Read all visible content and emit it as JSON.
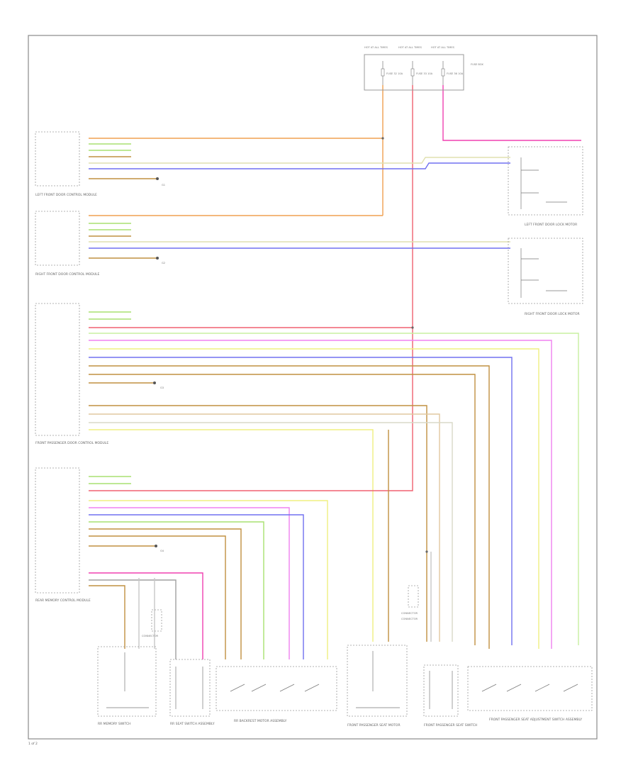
{
  "diagram": {
    "page_number": "1 of 2",
    "colors": {
      "orange": "#f0a050",
      "red": "#f06070",
      "pink": "#f040b0",
      "green": "#a8e070",
      "lightgreen": "#c8f0a0",
      "yellow": "#f0f080",
      "violet": "#f080f0",
      "blue": "#7070f0",
      "brown": "#c09040",
      "tan": "#e0c8a0",
      "beige": "#e0e0b0",
      "grey": "#b0b0b0"
    },
    "fuse_box": {
      "hot_labels": [
        "HOT AT ALL TIMES",
        "HOT AT ALL TIMES",
        "HOT AT ALL TIMES"
      ],
      "fuses": [
        "FUSE 32 10A",
        "FUSE 33 10A",
        "FUSE 36 10A"
      ],
      "side_label": "FUSE BOX"
    },
    "modules": [
      {
        "id": "m1",
        "label": "LEFT FRONT DOOR CONTROL MODULE"
      },
      {
        "id": "m2",
        "label": "RIGHT FRONT DOOR CONTROL MODULE"
      },
      {
        "id": "m3",
        "label": "FRONT PASSENGER DOOR CONTROL MODULE"
      },
      {
        "id": "m4",
        "label": "REAR MEMORY CONTROL MODULE"
      }
    ],
    "components": [
      {
        "id": "c1",
        "label": "LEFT FRONT DOOR LOCK MOTOR"
      },
      {
        "id": "c2",
        "label": "RIGHT FRONT DOOR LOCK MOTOR"
      },
      {
        "id": "c3",
        "label": "RR MEMORY SWITCH"
      },
      {
        "id": "c4",
        "label": "RR SEAT SWITCH ASSEMBLY"
      },
      {
        "id": "c5",
        "label": "RR BACKREST MOTOR ASSEMBLY"
      },
      {
        "id": "c6",
        "label": "FRONT PASSENGER SEAT MOTOR"
      },
      {
        "id": "c7",
        "label": "FRONT PASSENGER SEAT SWITCH"
      },
      {
        "id": "c8",
        "label": "FRONT PASSENGER SEAT ADJUSTMENT SWITCH ASSEMBLY"
      }
    ],
    "splice_labels": [
      "CONNECTOR",
      "CONNECTOR",
      "CONNECTOR"
    ],
    "ground_labels": [
      "G1",
      "G2",
      "G3",
      "G4"
    ]
  }
}
